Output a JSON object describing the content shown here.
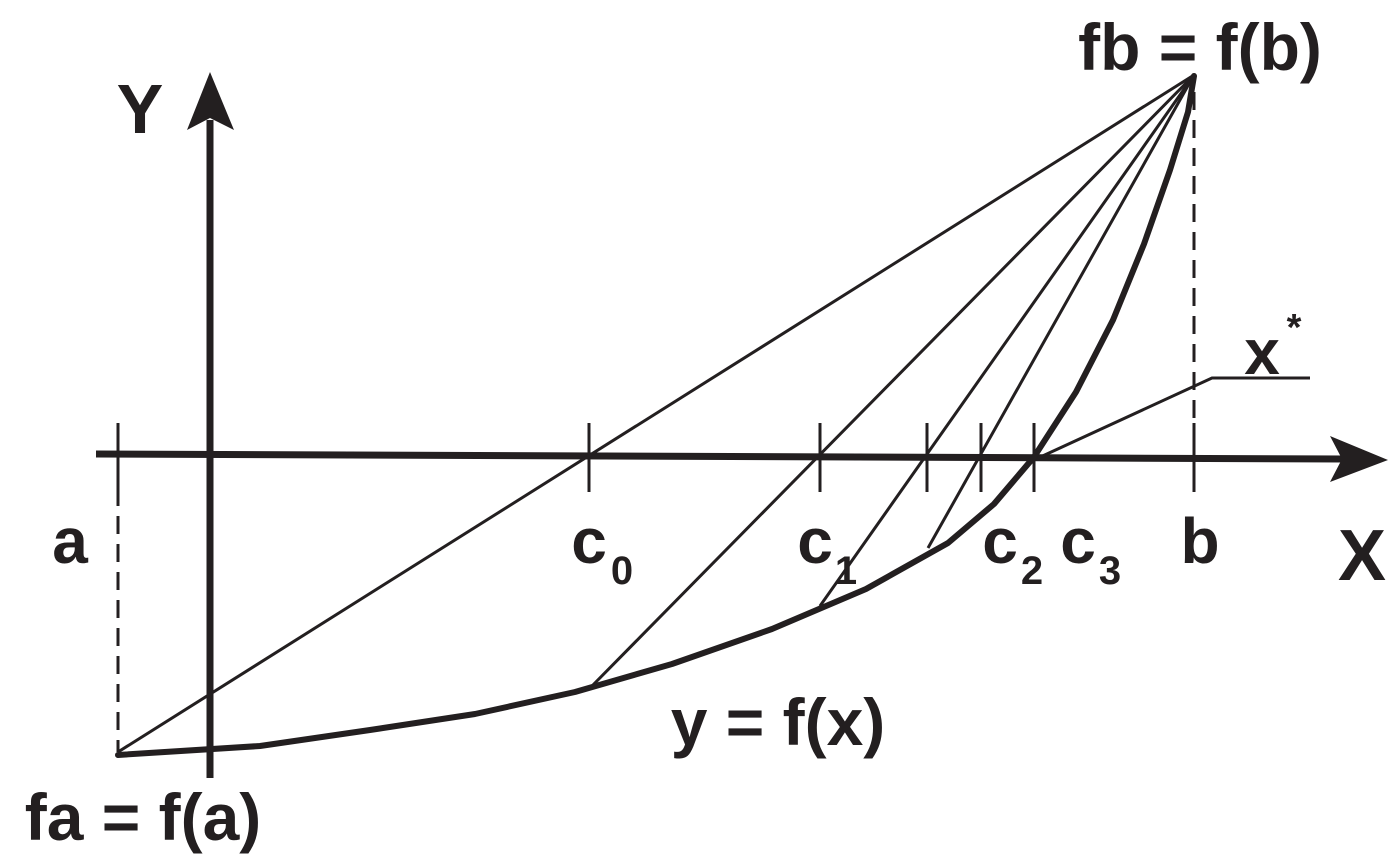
{
  "labels": {
    "y_axis": "Y",
    "x_axis": "X",
    "a": "a",
    "b": "b",
    "c0_base": "c",
    "c0_sub": "0",
    "c1_base": "c",
    "c1_sub": "1",
    "c2_base": "c",
    "c2_sub": "2",
    "c3_base": "c",
    "c3_sub": "3",
    "fa": "fa = f(a)",
    "fb": "fb = f(b)",
    "curve": "y = f(x)",
    "root_base": "x",
    "root_sup": "*"
  },
  "colors": {
    "ink": "#231f20",
    "background": "#ffffff"
  }
}
